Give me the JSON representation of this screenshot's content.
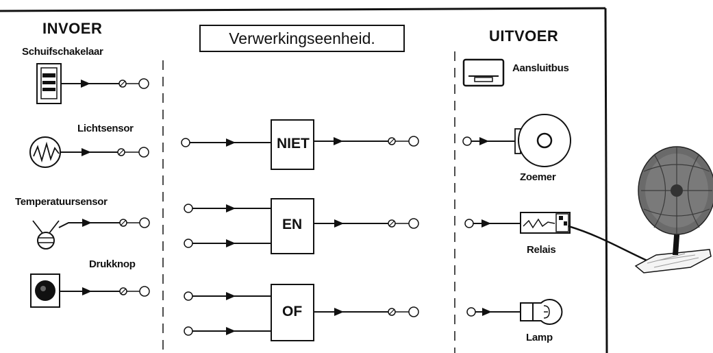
{
  "sections": {
    "input": "INVOER",
    "processing": "Verwerkingseenheid.",
    "output": "UITVOER"
  },
  "inputs": [
    {
      "label": "Schuifschakelaar",
      "icon": "slide-switch-icon"
    },
    {
      "label": "Lichtsensor",
      "icon": "light-sensor-icon"
    },
    {
      "label": "Temperatuursensor",
      "icon": "temperature-sensor-icon"
    },
    {
      "label": "Drukknop",
      "icon": "push-button-icon"
    }
  ],
  "gates": [
    {
      "label": "NIET",
      "inputs": 1
    },
    {
      "label": "EN",
      "inputs": 2
    },
    {
      "label": "OF",
      "inputs": 2
    }
  ],
  "outputs": [
    {
      "label": "Aansluitbus",
      "icon": "socket-icon"
    },
    {
      "label": "Zoemer",
      "icon": "buzzer-icon"
    },
    {
      "label": "Relais",
      "icon": "relay-icon"
    },
    {
      "label": "Lamp",
      "icon": "lamp-icon"
    }
  ],
  "colors": {
    "ink": "#111111",
    "background": "#ffffff"
  }
}
